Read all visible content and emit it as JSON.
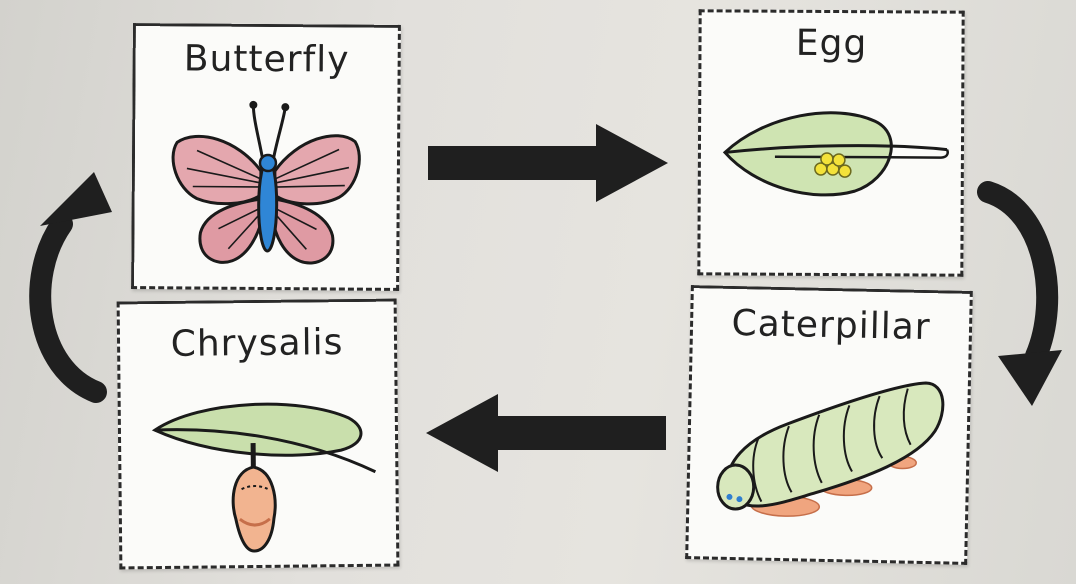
{
  "stages": {
    "butterfly": {
      "label": "Butterfly"
    },
    "egg": {
      "label": "Egg"
    },
    "caterpillar": {
      "label": "Caterpillar"
    },
    "chrysalis": {
      "label": "Chrysalis"
    }
  },
  "colors": {
    "ink": "#222222",
    "wing_pink": "#d98a92",
    "body_blue": "#2f7fd0",
    "leaf_green": "#b8d89a",
    "egg_yellow": "#f3e23a",
    "chrysalis_orange": "#ef9a6a"
  }
}
